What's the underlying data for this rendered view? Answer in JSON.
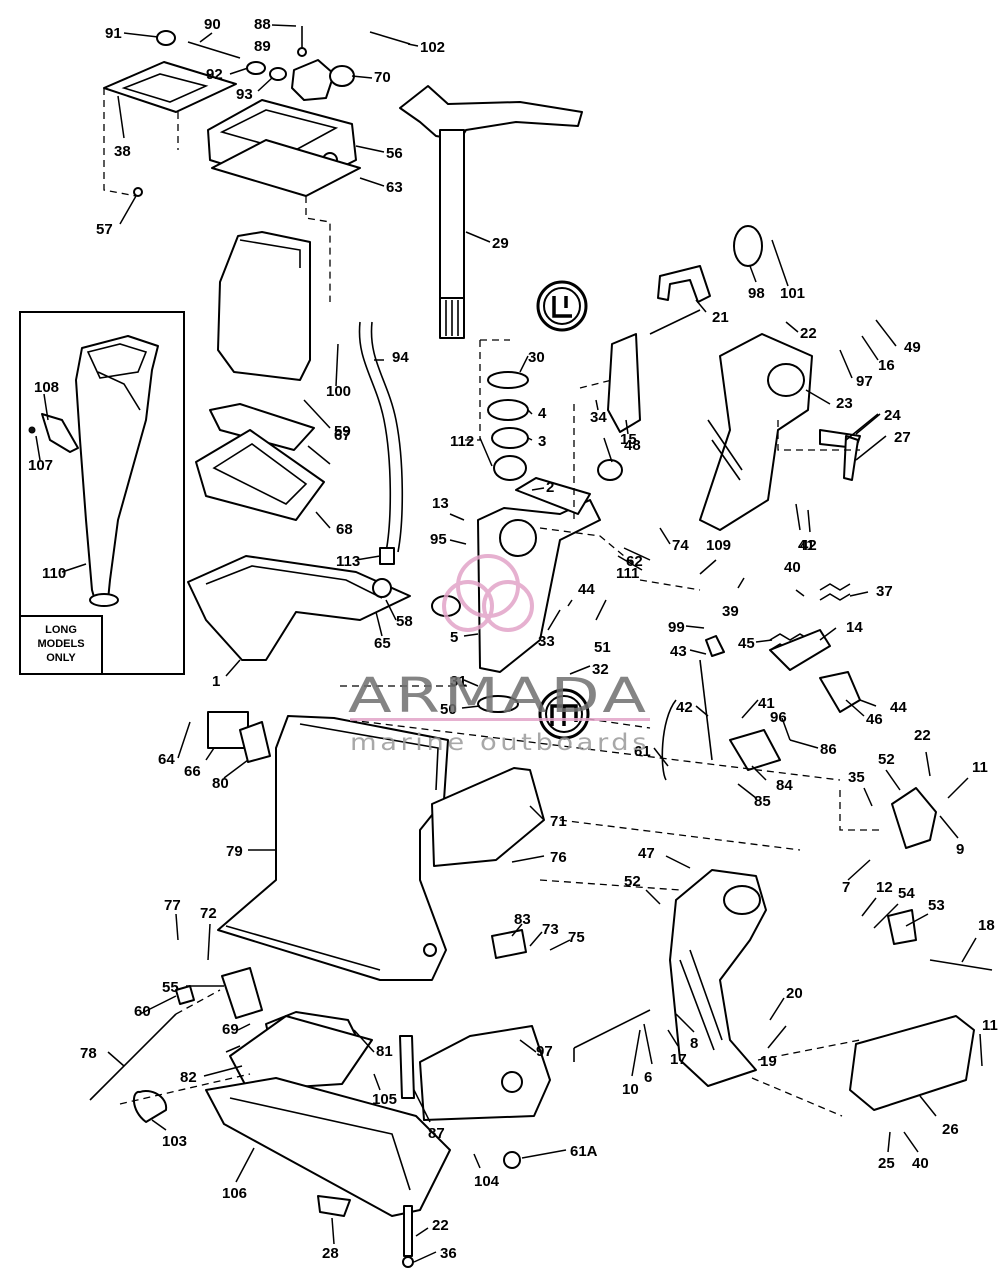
{
  "callouts": [
    "91",
    "90",
    "88",
    "89",
    "102",
    "92",
    "93",
    "70",
    "38",
    "56",
    "63",
    "57",
    "29",
    "30",
    "4",
    "3",
    "112",
    "2",
    "15",
    "34",
    "48",
    "21",
    "98",
    "101",
    "22",
    "49",
    "16",
    "97",
    "23",
    "24",
    "27",
    "100",
    "94",
    "59",
    "67",
    "68",
    "108",
    "107",
    "110",
    "13",
    "95",
    "113",
    "58",
    "65",
    "1",
    "5",
    "31",
    "50",
    "33",
    "44",
    "51",
    "32",
    "74",
    "62",
    "111",
    "109",
    "39",
    "40",
    "37",
    "99",
    "45",
    "14",
    "43",
    "42",
    "41",
    "44",
    "46",
    "96",
    "86",
    "84",
    "85",
    "61",
    "64",
    "66",
    "80",
    "79",
    "71",
    "76",
    "77",
    "72",
    "83",
    "73",
    "75",
    "55",
    "60",
    "69",
    "78",
    "82",
    "81",
    "97",
    "105",
    "87",
    "103",
    "106",
    "61A",
    "104",
    "28",
    "22",
    "36",
    "47",
    "52",
    "22",
    "52",
    "35",
    "11",
    "9",
    "7",
    "12",
    "54",
    "53",
    "18",
    "20",
    "19",
    "17",
    "8",
    "6",
    "10",
    "11",
    "26",
    "25",
    "40",
    "41",
    "42"
  ],
  "inset": {
    "caption_line1": "LONG",
    "caption_line2": "MODELS",
    "caption_line3": "ONLY"
  },
  "watermark": {
    "brand": "ARMADA",
    "tagline": "marine outboards",
    "accent_color": "#e2a4c8"
  },
  "icons": [
    "lubricate-symbol-icon",
    "sealer-symbol-icon"
  ]
}
